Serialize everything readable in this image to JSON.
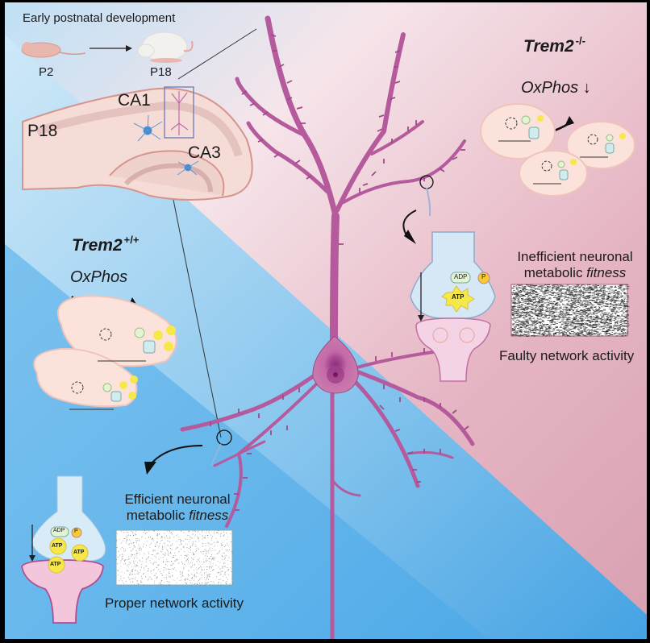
{
  "title": "Early postnatal development",
  "timeline": {
    "start_label": "P2",
    "end_label": "P18"
  },
  "hippocampus": {
    "age_label": "P18",
    "region_ca1": "CA1",
    "region_ca3": "CA3"
  },
  "knockout": {
    "gene": "Trem2",
    "genotype": "-/-",
    "oxphos_label": "OxPhos ↓",
    "fitness_line1": "Inefficient neuronal",
    "fitness_line2_prefix": "metabolic ",
    "fitness_line2_italic": "fitness",
    "network_label": "Faulty network activity",
    "synapse": {
      "adp": "ADP",
      "p": "P",
      "atp": "ATP"
    }
  },
  "wildtype": {
    "gene": "Trem2",
    "genotype": "+/+",
    "oxphos_label": "OxPhos",
    "fitness_line1": "Efficient neuronal",
    "fitness_line2_prefix": "metabolic ",
    "fitness_line2_italic": "fitness",
    "network_label": "Proper network activity",
    "synapse": {
      "adp": "ADP",
      "p": "P",
      "atp": "ATP"
    }
  },
  "colors": {
    "neuron": "#b55a9c",
    "neuron_dark": "#8a3f78",
    "blue_bg": "#4aa8e8",
    "pink_bg": "#d8a0b1",
    "atp_yellow": "#f7e84a"
  }
}
